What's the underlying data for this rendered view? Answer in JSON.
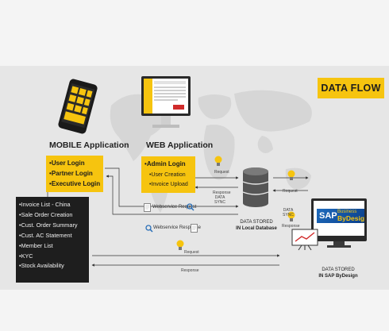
{
  "title": "DATA FLOW",
  "mobile": {
    "heading": "MOBILE Application",
    "items": [
      "User Login",
      "Partner Login",
      "Executive Login"
    ],
    "features": [
      "Invoice List - China",
      "Sale Order Creation",
      "Cust. Order Summary",
      "Cust. AC Statement",
      "Member List",
      "KYC",
      "Stock Availability"
    ]
  },
  "web": {
    "heading": "WEB Application",
    "login": "Admin Login",
    "subitems": [
      "User Creation",
      "Invoice Upload"
    ]
  },
  "labels": {
    "request_top": "Request",
    "response_top": "Response",
    "data_sync_left": "DATA\nSYNC",
    "webservice_request": "Webservice Request",
    "webservice_response": "Webservice Response",
    "request_right": "Request",
    "data_sync_right": "DATA\nSYNC",
    "response_right": "Response",
    "request_bottom": "Request",
    "response_bottom": "Response"
  },
  "local_db": {
    "line1": "DATA STORED",
    "line2": "IN Local Database"
  },
  "sap": {
    "logo": "SAP",
    "logo_business": "Business",
    "logo_bydesign": "ByDesign",
    "line1": "DATA STORED",
    "line2": "IN SAP ByDesign"
  },
  "colors": {
    "accent": "#f6c40f",
    "dark": "#1e1e1e",
    "panel": "#e6e6e6",
    "sap_blue": "#1e6bbd"
  }
}
